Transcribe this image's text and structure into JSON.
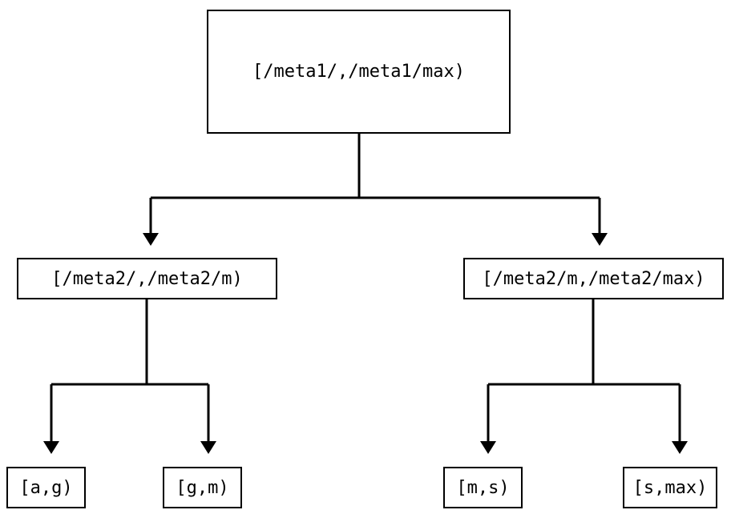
{
  "diagram": {
    "type": "tree",
    "orientation": "top-down",
    "background_color": "#ffffff",
    "line_color": "#000000",
    "node_fill_color": "#ffffff",
    "node_border_color": "#000000",
    "nodes": {
      "root": {
        "label": "[/meta1/,/meta1/max)"
      },
      "meta2_low": {
        "label": "[/meta2/,/meta2/m)"
      },
      "meta2_high": {
        "label": "[/meta2/m,/meta2/max)"
      },
      "leaf_ag": {
        "label": "[a,g)"
      },
      "leaf_gm": {
        "label": "[g,m)"
      },
      "leaf_ms": {
        "label": "[m,s)"
      },
      "leaf_smax": {
        "label": "[s,max)"
      }
    },
    "edges": [
      {
        "from": "root",
        "to": "meta2_low",
        "arrow": "triangle-down"
      },
      {
        "from": "root",
        "to": "meta2_high",
        "arrow": "triangle-down"
      },
      {
        "from": "meta2_low",
        "to": "leaf_ag",
        "arrow": "triangle-down"
      },
      {
        "from": "meta2_low",
        "to": "leaf_gm",
        "arrow": "triangle-down"
      },
      {
        "from": "meta2_high",
        "to": "leaf_ms",
        "arrow": "triangle-down"
      },
      {
        "from": "meta2_high",
        "to": "leaf_smax",
        "arrow": "triangle-down"
      }
    ]
  }
}
